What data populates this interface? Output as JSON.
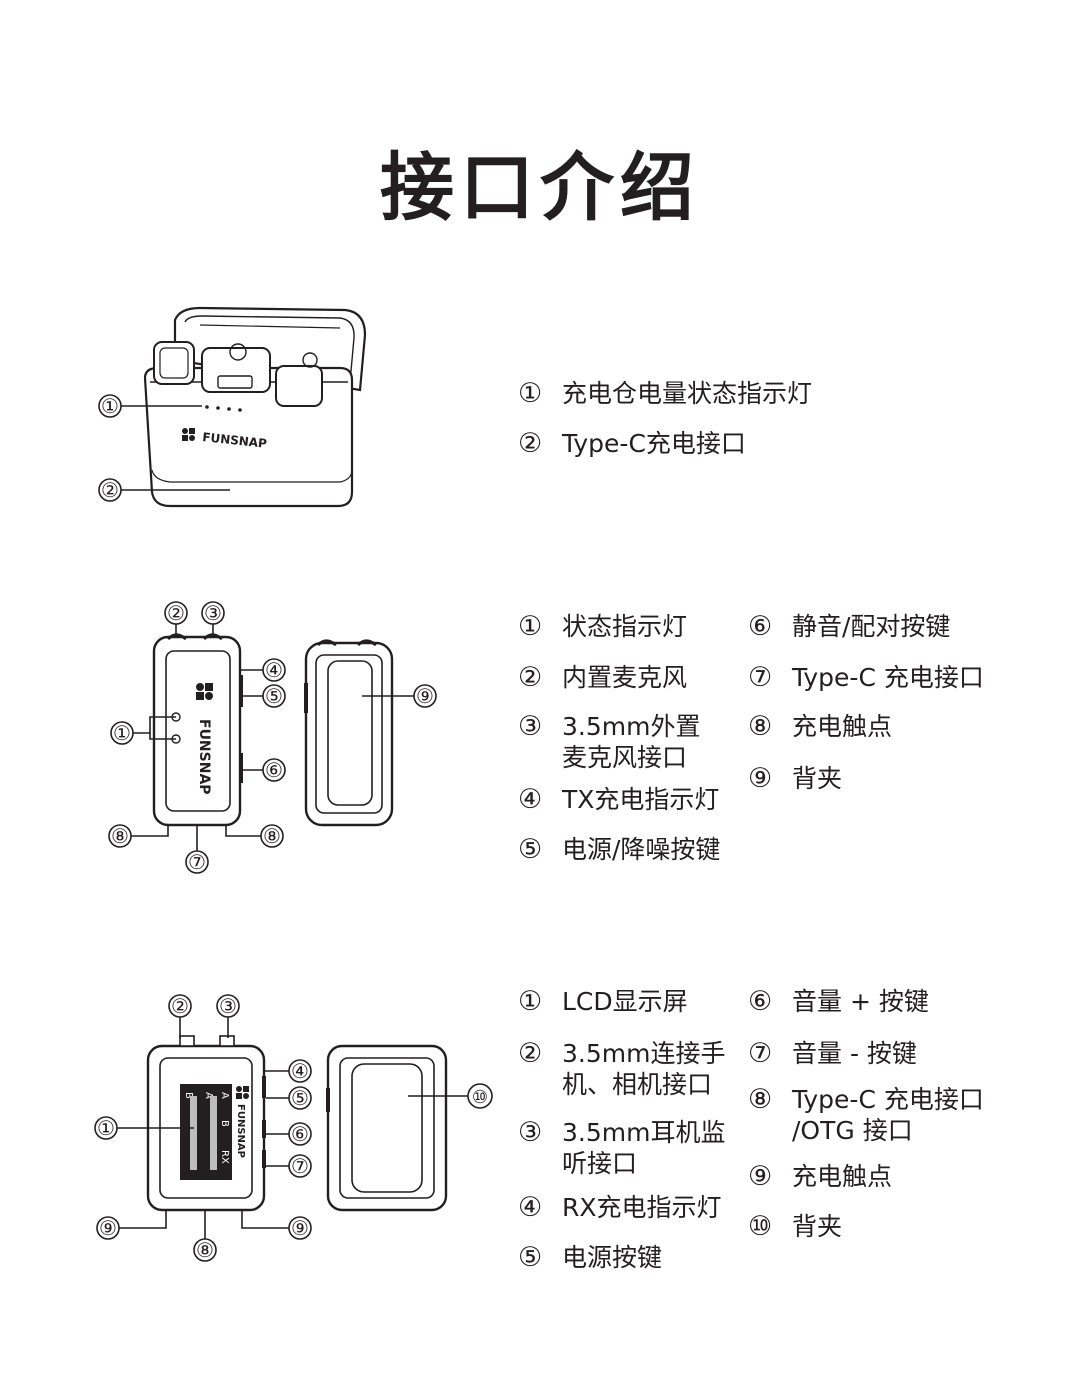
{
  "page_title": "接口介绍",
  "brand": "FUNSNAP",
  "section1": {
    "callouts": [
      "①",
      "②"
    ],
    "items": [
      {
        "num": "①",
        "lines": [
          "充电仓电量状态指示灯"
        ]
      },
      {
        "num": "②",
        "lines": [
          "Type-C充电接口"
        ]
      }
    ]
  },
  "section2": {
    "callouts": [
      "①",
      "②",
      "③",
      "④",
      "⑤",
      "⑥",
      "⑦",
      "⑧",
      "⑧",
      "⑨"
    ],
    "left_items": [
      {
        "num": "①",
        "lines": [
          "状态指示灯"
        ]
      },
      {
        "num": "②",
        "lines": [
          "内置麦克风"
        ]
      },
      {
        "num": "③",
        "lines": [
          "3.5mm外置",
          "麦克风接口"
        ]
      },
      {
        "num": "④",
        "lines": [
          "TX充电指示灯"
        ]
      },
      {
        "num": "⑤",
        "lines": [
          "电源/降噪按键"
        ]
      }
    ],
    "right_items": [
      {
        "num": "⑥",
        "lines": [
          "静音/配对按键"
        ]
      },
      {
        "num": "⑦",
        "lines": [
          "Type-C 充电接口"
        ]
      },
      {
        "num": "⑧",
        "lines": [
          "充电触点"
        ]
      },
      {
        "num": "⑨",
        "lines": [
          "背夹"
        ]
      }
    ]
  },
  "section3": {
    "callouts": [
      "①",
      "②",
      "③",
      "④",
      "⑤",
      "⑥",
      "⑦",
      "⑧",
      "⑨",
      "⑨",
      "⑩"
    ],
    "screen_labels": [
      "A",
      "B",
      "A",
      "B",
      "RX"
    ],
    "left_items": [
      {
        "num": "①",
        "lines": [
          "LCD显示屏"
        ]
      },
      {
        "num": "②",
        "lines": [
          "3.5mm连接手",
          "机、相机接口"
        ]
      },
      {
        "num": "③",
        "lines": [
          "3.5mm耳机监",
          "听接口"
        ]
      },
      {
        "num": "④",
        "lines": [
          "RX充电指示灯"
        ]
      },
      {
        "num": "⑤",
        "lines": [
          "电源按键"
        ]
      }
    ],
    "right_items": [
      {
        "num": "⑥",
        "lines": [
          "音量 + 按键"
        ]
      },
      {
        "num": "⑦",
        "lines": [
          "音量 - 按键"
        ]
      },
      {
        "num": "⑧",
        "lines": [
          "Type-C 充电接口",
          "/OTG 接口"
        ]
      },
      {
        "num": "⑨",
        "lines": [
          "充电触点"
        ]
      },
      {
        "num": "⑩",
        "lines": [
          "背夹"
        ]
      }
    ]
  }
}
